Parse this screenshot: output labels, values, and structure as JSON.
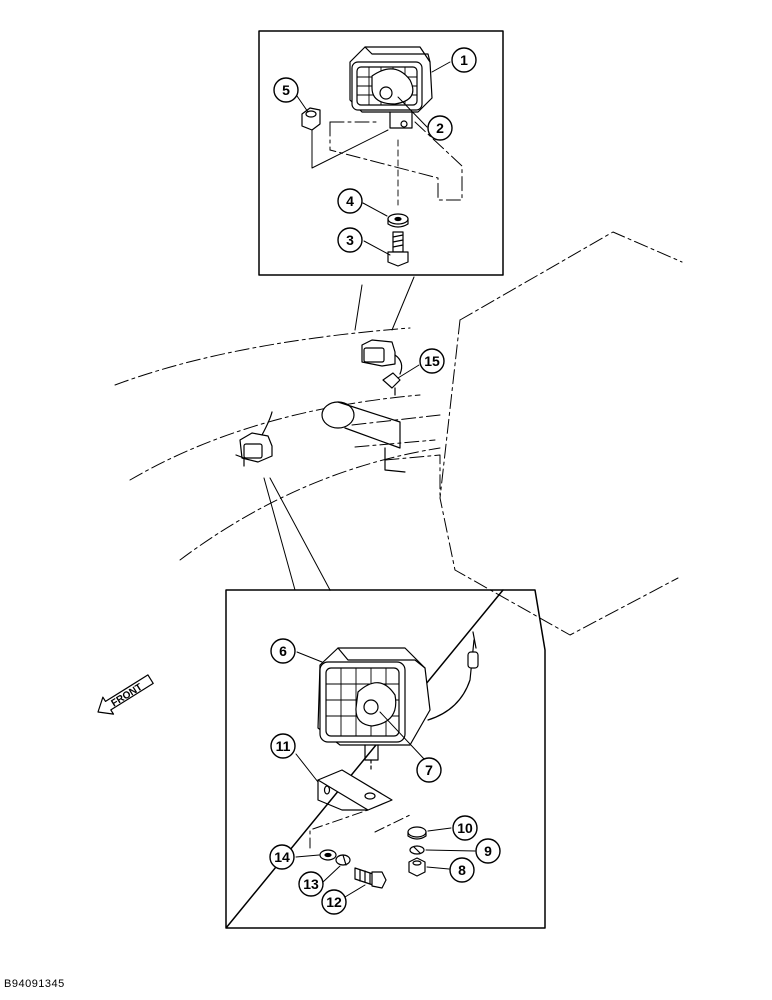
{
  "figure_id": "B94091345",
  "front_label": "FRONT",
  "callouts": {
    "c1": "1",
    "c2": "2",
    "c3": "3",
    "c4": "4",
    "c5": "5",
    "c6": "6",
    "c7": "7",
    "c8": "8",
    "c9": "9",
    "c10": "10",
    "c11": "11",
    "c12": "12",
    "c13": "13",
    "c14": "14",
    "c15": "15"
  }
}
